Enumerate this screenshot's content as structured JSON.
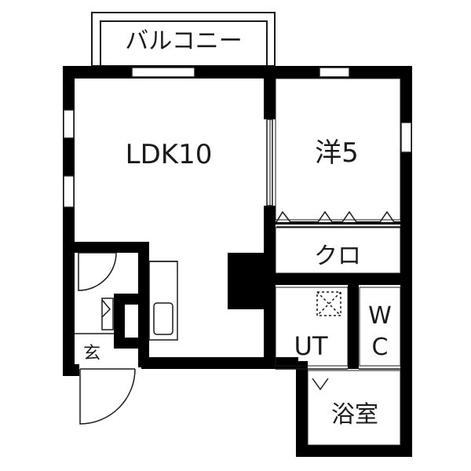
{
  "floorplan": {
    "rooms": {
      "balcony": "バルコニー",
      "ldk": "LDK10",
      "western": "洋5",
      "closet": "クロ",
      "utility": "UT",
      "wc_line1": "W",
      "wc_line2": "C",
      "bath": "浴室",
      "entrance": "玄"
    },
    "colors": {
      "wall": "#000000",
      "line": "#1a1a1a",
      "background": "#ffffff"
    }
  }
}
